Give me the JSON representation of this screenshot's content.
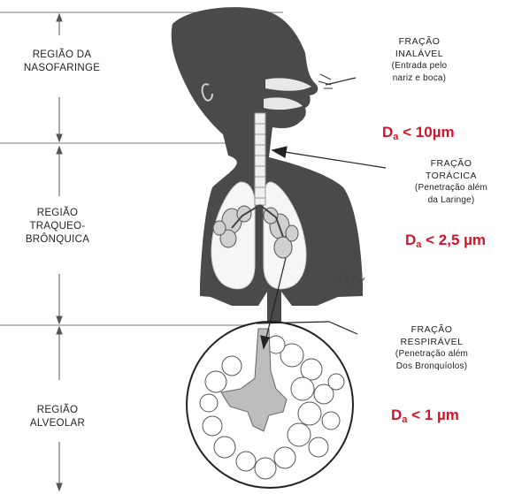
{
  "regions": {
    "nasopharynx": [
      "REGIÃO DA",
      "NASOFARINGE"
    ],
    "tracheobronchial": [
      "REGIÃO",
      "TRAQUEO-",
      "BRÔNQUICA"
    ],
    "alveolar": [
      "REGIÃO",
      "ALVEOLAR"
    ]
  },
  "fractions": {
    "inhalable": {
      "title": [
        "FRAÇÃO",
        "INALÁVEL"
      ],
      "note": [
        "(Entrada pelo",
        "nariz e boca)"
      ],
      "size": {
        "base": "D",
        "sub": "a",
        "rest": " < 10µm"
      }
    },
    "thoracic": {
      "title": [
        "FRAÇÃO",
        "TORÁCICA"
      ],
      "note": [
        "(Penetração além",
        "da Laringe)"
      ],
      "size": {
        "base": "D",
        "sub": "a",
        "rest": " < 2,5 µm"
      }
    },
    "respirable": {
      "title": [
        "FRAÇÃO",
        "RESPIRÁVEL"
      ],
      "note": [
        "(Penetração além",
        "Dos Bronquíolos)"
      ],
      "size": {
        "base": "D",
        "sub": "a",
        "rest": " < 1 µm"
      }
    }
  },
  "colors": {
    "silhouette": "#4a4a4a",
    "lung": "#f6f6f6",
    "highlight": "#d4142a"
  }
}
